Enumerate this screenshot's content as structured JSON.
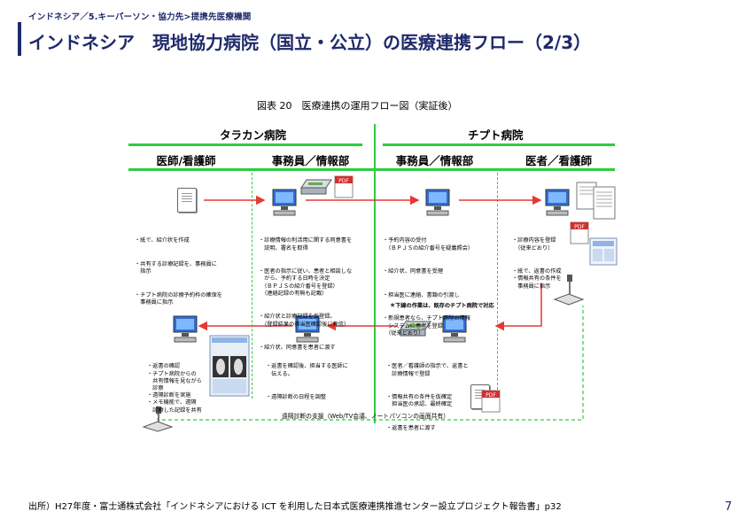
{
  "breadcrumb": "インドネシア／5.キーパーソン・協力先>提携先医療機関",
  "page_title": "インドネシア　現地協力病院（国立・公立）の医療連携フロー（2/3）",
  "figure": {
    "caption": "図表 20　医療連携の運用フロー図（実証後）",
    "hospitals": {
      "left": "タラカン病院",
      "right": "チプト病院"
    },
    "roles": [
      "医師/看護師",
      "事務員／情報部",
      "事務員／情報部",
      "医者／看護師"
    ],
    "notes": {
      "tarakan_doctor_top": [
        "・紙で、紹介状を作成",
        "・共有する診療記録を、事務員に\n　指示",
        "・チプト病院の診療予約枠の確保を\n　事務員に指示"
      ],
      "tarakan_office_top": [
        "・診療情報の利活用に関する同意書を\n　説明、署名を取得",
        "・医者の指示に従い、患者と相談しな\n　がら、予約する日時を決定\n　（ＢＰＪＳの紹介番号を登録）\n　（連絡記録の有無も記載）",
        "・紹介状と診療記録を仮登録。\n　（登録結果の担当医確認後に発信）",
        "・紹介状、同意書を患者に渡す"
      ],
      "cipto_office_top": [
        "・予約内容の受付\n　（ＢＰＪＳの紹介番号を疑義照会）",
        "・紹介状、同意書を受理",
        "・担当医に連絡、書類の引渡し",
        "・新規患者なら、チプト病院の情報\n　システムに患者を登録\n　（従来どおり）"
      ],
      "cipto_office_top_emph": "＊下線の作業は、既存のチプト病院で対応",
      "cipto_doctor_top": [
        "・診療内容を登録\n　（従来どおり）",
        "・紙で、返書の作成\n・情報共有の条件を\n　事務員に指示"
      ],
      "tarakan_doctor_bottom": [
        "・返書の確認\n・チプト病院からの\n　共有情報を見ながら\n　診察\n・遠隔診断を実施\n・メモ機能で、遠隔\n　診療した記録を共有"
      ],
      "tarakan_office_bottom": [
        "・返書を確認後、担当する医師に\n　伝える。",
        "・遠隔診断の日程を調整"
      ],
      "cipto_office_bottom": [
        "・医者／看護師の指示で、返書と\n　診療情報で登録",
        "・情報共有の条件を仮確定\n　担当医の承認、最終確定",
        "・返書を患者に渡す"
      ]
    },
    "support_label": "遠隔診断の支援（Web/TV会議、ノートパソコンの画面共有）",
    "pdf_label": "PDF",
    "colors": {
      "accent": "#1f2a6b",
      "green": "#2ecc40",
      "arrow": "#e53935"
    }
  },
  "source": "出所）H27年度・富士通株式会社「インドネシアにおける ICT を利用した日本式医療連携推進センター設立プロジェクト報告書」p32",
  "page_number": "7"
}
